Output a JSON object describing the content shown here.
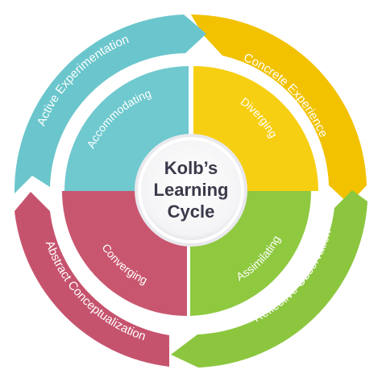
{
  "center": {
    "title_lines": [
      "Kolb’s",
      "Learning",
      "Cycle"
    ]
  },
  "outer_ring": [
    {
      "label": "Concrete Experience",
      "color": "#f2c200"
    },
    {
      "label": "Reflective Observation",
      "color": "#8cc63f"
    },
    {
      "label": "Abstract Conceptualization",
      "color": "#c6536e"
    },
    {
      "label": "Active Experimentation",
      "color": "#6ac6cc"
    }
  ],
  "inner_quadrants": [
    {
      "label": "Diverging",
      "color": "#f7cf12"
    },
    {
      "label": "Assimilating",
      "color": "#8fc93f"
    },
    {
      "label": "Converging",
      "color": "#c9566f"
    },
    {
      "label": "Accommodating",
      "color": "#6fc9cf"
    }
  ]
}
